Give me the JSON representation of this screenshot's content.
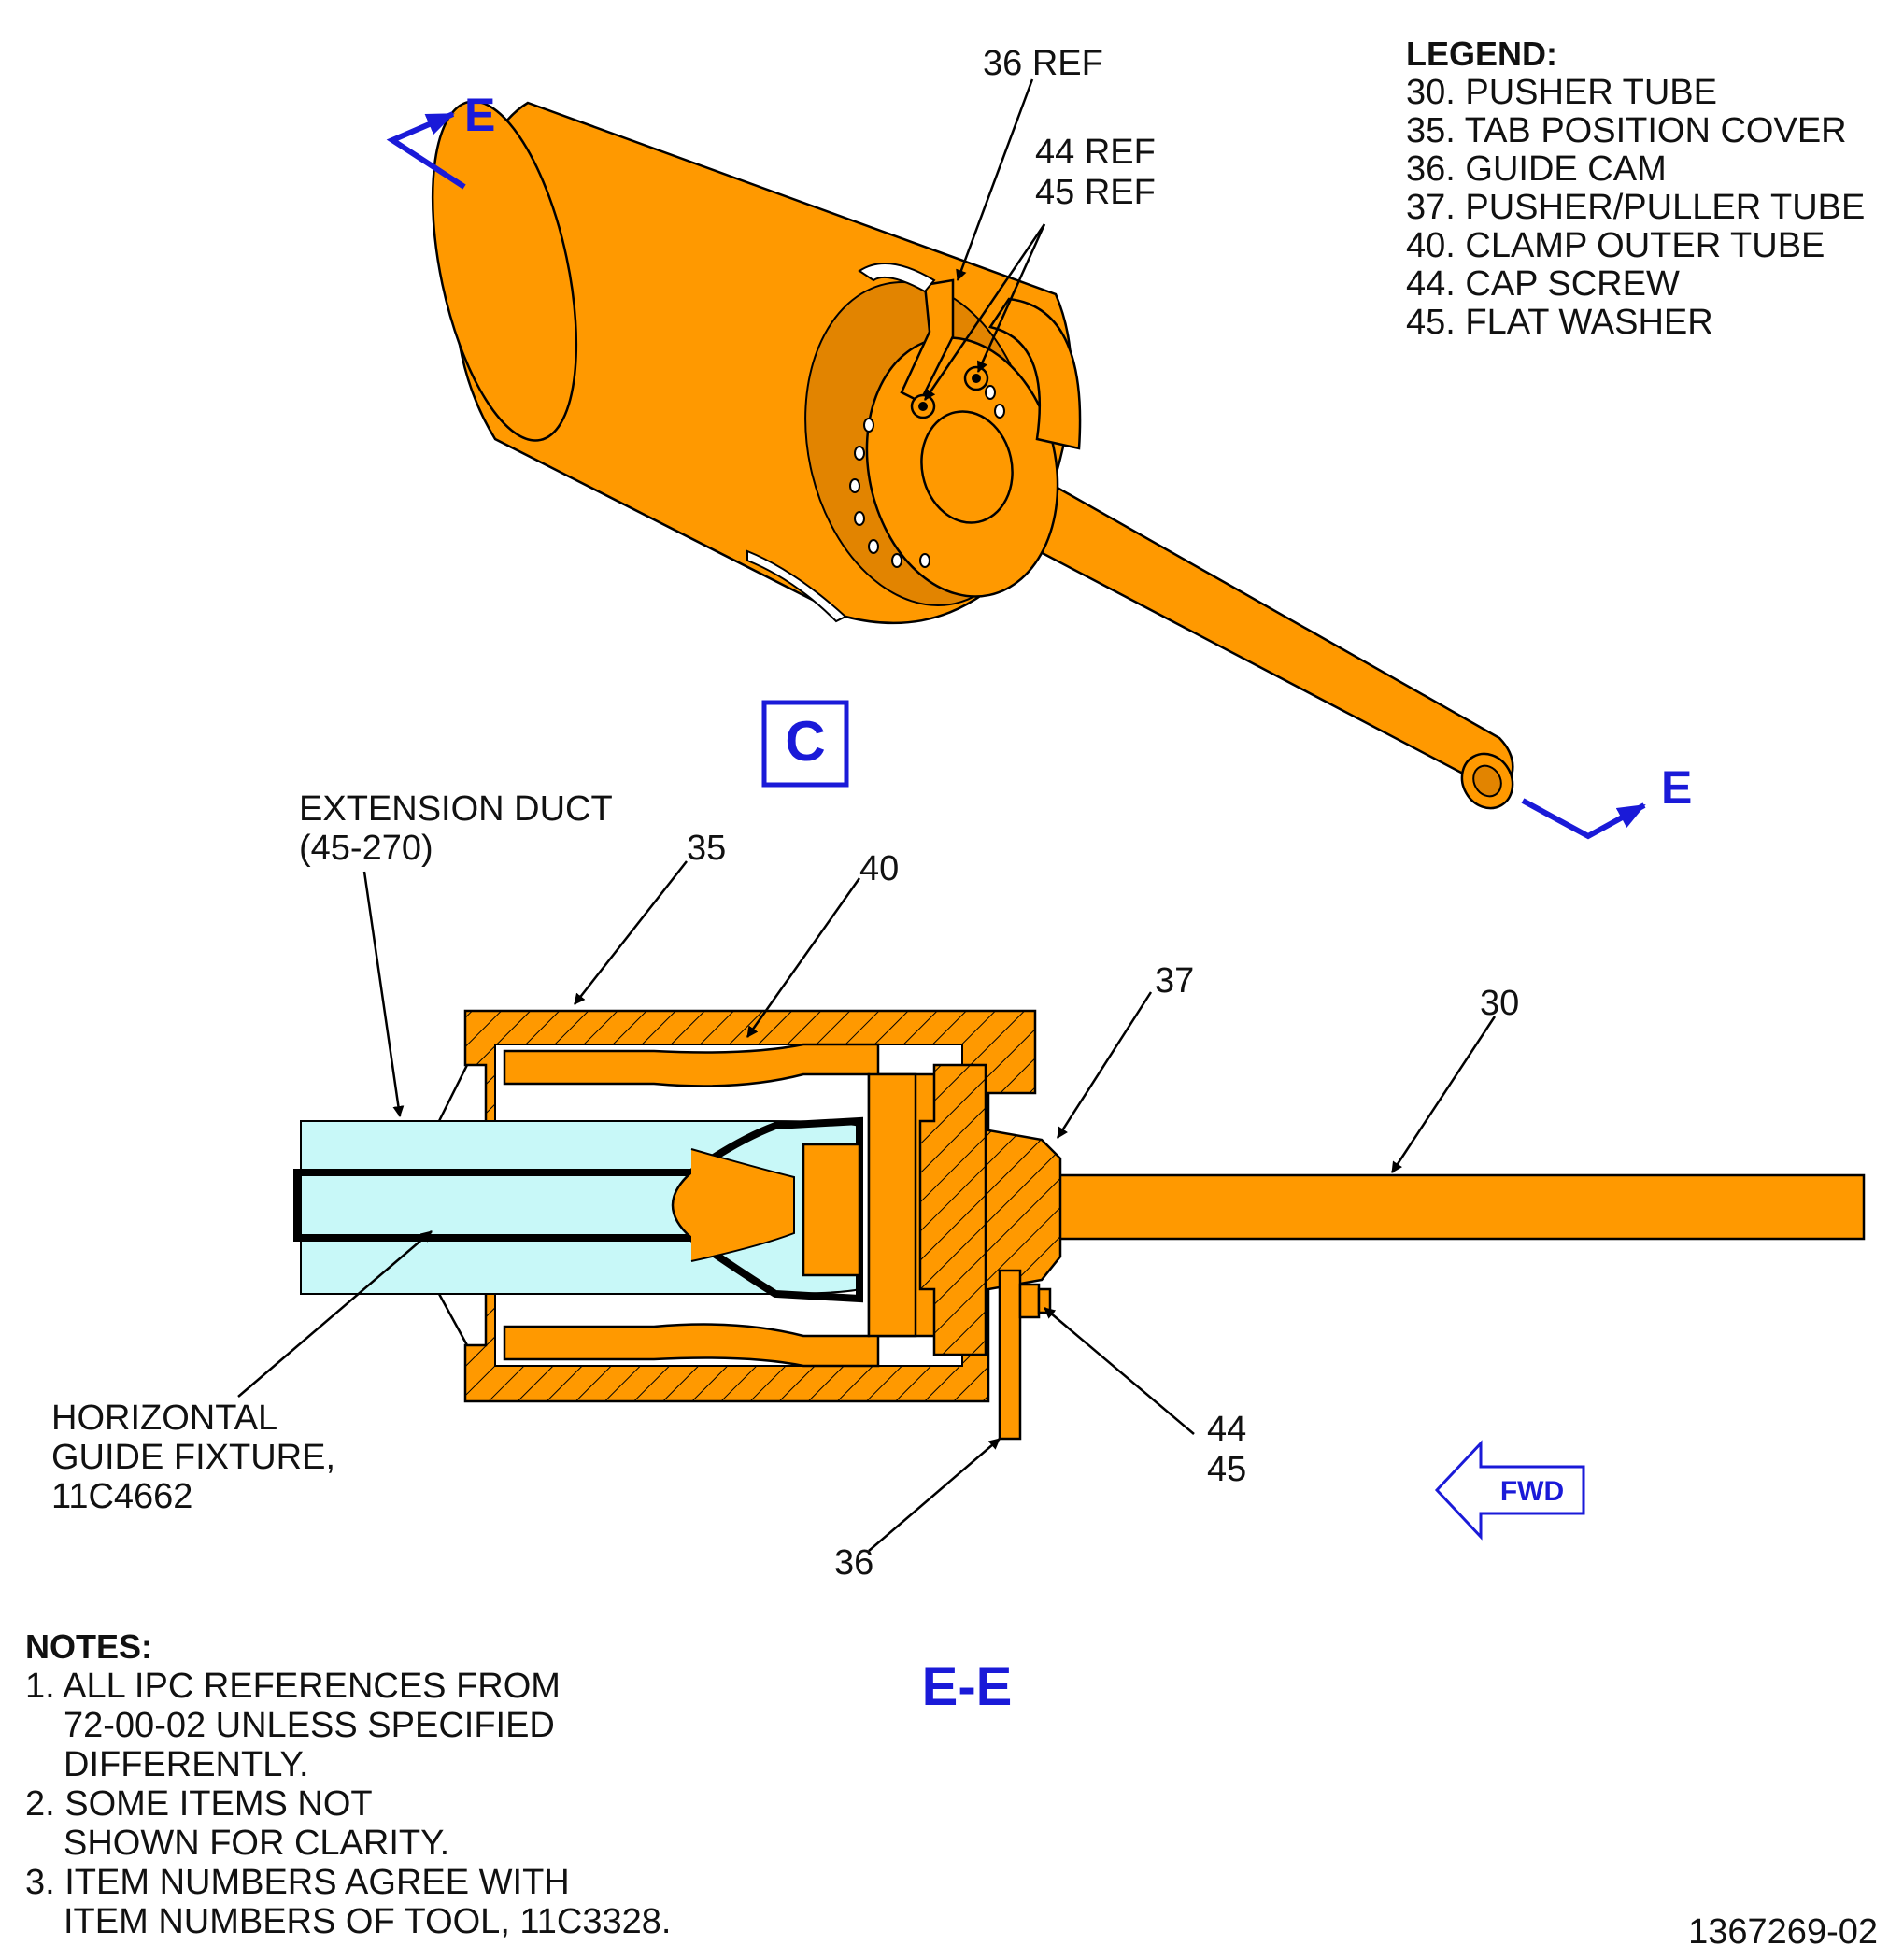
{
  "legend": {
    "title": "LEGEND:",
    "items": [
      "30. PUSHER TUBE",
      "35. TAB POSITION COVER",
      "36. GUIDE CAM",
      "37. PUSHER/PULLER TUBE",
      "40. CLAMP OUTER TUBE",
      "44. CAP SCREW",
      "45. FLAT WASHER"
    ]
  },
  "iso_view": {
    "callouts": {
      "guide_cam_ref": "36 REF",
      "cap_screw_ref": "44 REF",
      "washer_ref": "45 REF"
    },
    "section_marker": "E",
    "view_label": "C"
  },
  "section_view": {
    "callouts": {
      "extension_duct_line1": "EXTENSION DUCT",
      "extension_duct_line2": "(45-270)",
      "item_35": "35",
      "item_40": "40",
      "item_37": "37",
      "item_30": "30",
      "item_44": "44",
      "item_45": "45",
      "item_36": "36",
      "fixture_line1": "HORIZONTAL",
      "fixture_line2": "GUIDE FIXTURE,",
      "fixture_line3": "11C4662"
    },
    "fwd_label": "FWD",
    "view_title": "E-E"
  },
  "notes": {
    "title": "NOTES:",
    "lines": [
      "1. ALL IPC REFERENCES FROM",
      "72-00-02 UNLESS SPECIFIED",
      "DIFFERENTLY.",
      "2. SOME ITEMS NOT",
      "SHOWN FOR CLARITY.",
      "3. ITEM NUMBERS AGREE WITH",
      "ITEM NUMBERS OF TOOL, 11C3328."
    ]
  },
  "figure_number": "1367269-02",
  "colors": {
    "part_fill": "#ff9900",
    "section_blue": "#1a1ad8",
    "fixture_cyan": "#c8f8f8"
  }
}
